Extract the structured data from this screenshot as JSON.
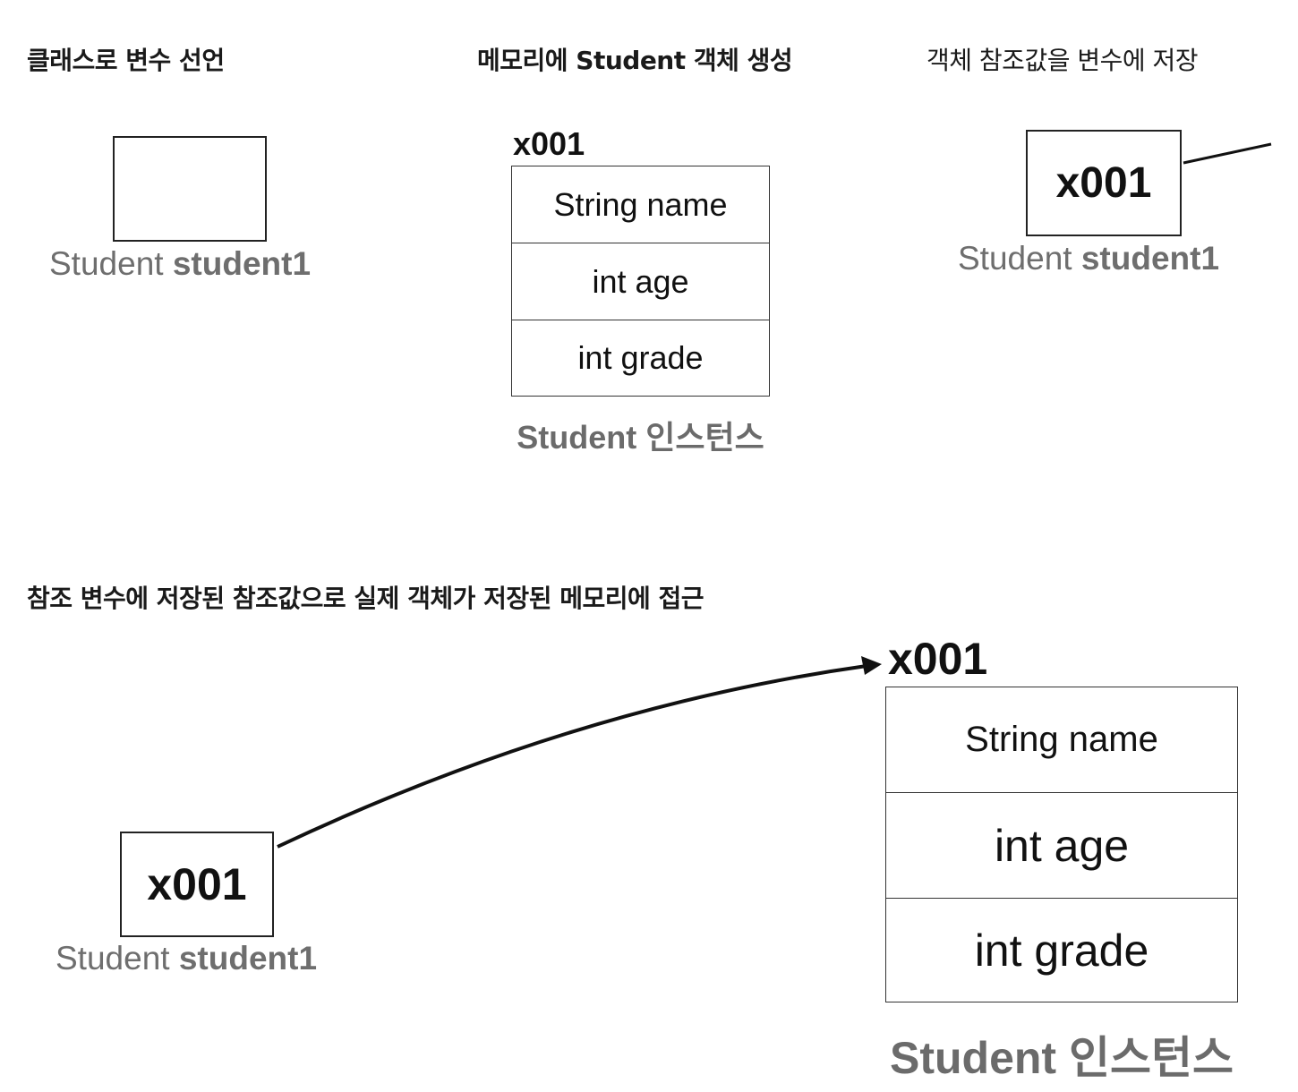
{
  "sections": {
    "declare": {
      "title": "클래스로 변수 선언",
      "type": "Student",
      "var": "student1"
    },
    "create": {
      "title": "메모리에 Student 객체 생성",
      "address": "x001",
      "fields": [
        "String name",
        "int age",
        "int grade"
      ],
      "instance_label": "Student 인스턴스"
    },
    "store": {
      "title": "객체 참조값을 변수에 저장",
      "value": "x001",
      "type": "Student",
      "var": "student1"
    },
    "access": {
      "title": "참조 변수에 저장된 참조값으로 실제 객체가 저장된 메모리에 접근",
      "value": "x001",
      "type": "Student",
      "var": "student1",
      "address": "x001",
      "fields": [
        "String name",
        "int age",
        "int grade"
      ],
      "instance_label": "Student 인스턴스"
    }
  }
}
